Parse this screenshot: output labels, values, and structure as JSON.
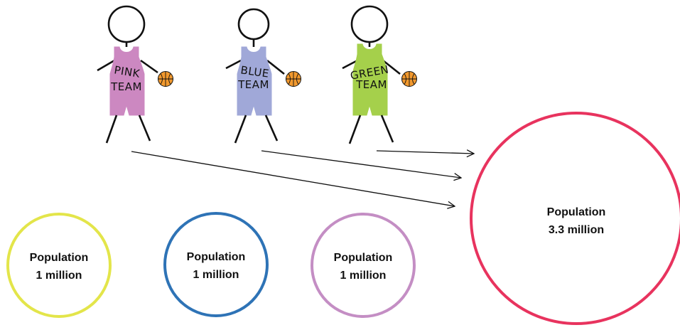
{
  "teams": [
    {
      "line1": "PINK",
      "line2": "TEAM",
      "jersey_color": "#cc88c1"
    },
    {
      "line1": "BLUE",
      "line2": "TEAM",
      "jersey_color": "#a0a8d8"
    },
    {
      "line1": "GREEN",
      "line2": "TEAM",
      "jersey_color": "#a5d04b"
    }
  ],
  "populations": [
    {
      "line1": "Population",
      "line2": "1 million",
      "color": "#e3e54a"
    },
    {
      "line1": "Population",
      "line2": "1 million",
      "color": "#2e73b6"
    },
    {
      "line1": "Population",
      "line2": "1 million",
      "color": "#c48ec4"
    },
    {
      "line1": "Population",
      "line2": "3.3 million",
      "color": "#e8335e"
    }
  ],
  "colors": {
    "basketball": "#f2992e",
    "stroke": "#111111"
  }
}
